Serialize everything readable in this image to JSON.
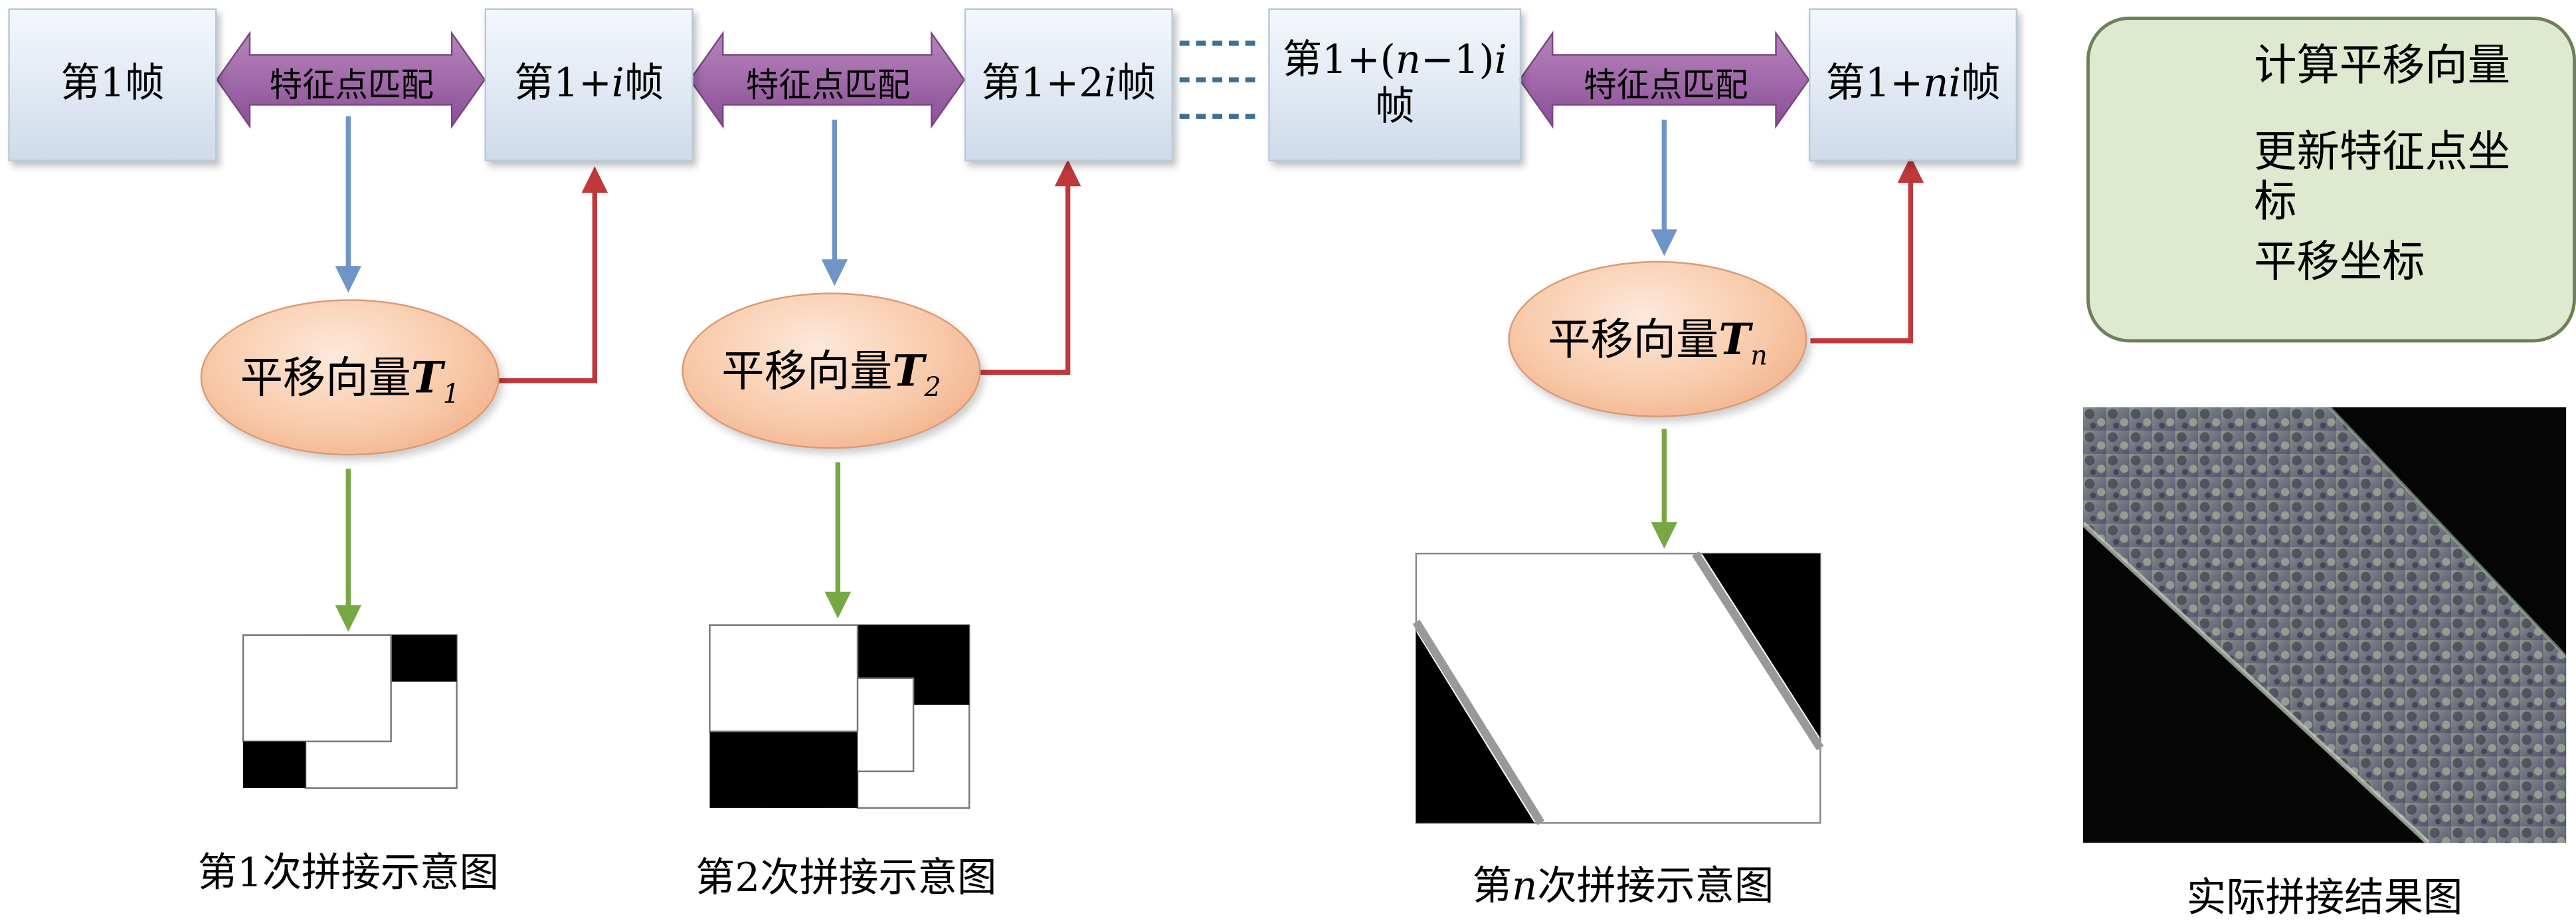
{
  "frames": {
    "f1": "第1帧",
    "f_1i_prefix": "第1+",
    "f_1i_var": "i",
    "f_1i_suffix": "帧",
    "f_12i_prefix": "第1+2",
    "f_12i_var": "i",
    "f_12i_suffix": "帧",
    "f_n1_line1_a": "第1+(",
    "f_n1_line1_var": "n",
    "f_n1_line1_b": "−1)",
    "f_n1_line1_var2": "i",
    "f_n1_line2": "帧",
    "f_ni_prefix": "第1+",
    "f_ni_var": "ni",
    "f_ni_suffix": "帧"
  },
  "match_label": "特征点匹配",
  "translation": {
    "label": "平移向量",
    "var": "T",
    "subs": [
      "1",
      "2",
      "n"
    ]
  },
  "captions": {
    "c1": "第1次拼接示意图",
    "c2": "第2次拼接示意图",
    "cn_prefix": "第",
    "cn_var": "n",
    "cn_suffix": "次拼接示意图",
    "result": "实际拼接结果图"
  },
  "legend": {
    "items": [
      {
        "label": "计算平移向量",
        "color": "#6f95c8"
      },
      {
        "label": "更新特征点坐标",
        "color": "#c0383a"
      },
      {
        "label": "平移坐标",
        "color": "#76a844"
      }
    ]
  },
  "colors": {
    "arrow_blue": "#6f95c8",
    "arrow_red": "#c0383a",
    "arrow_green": "#76a844",
    "double_arrow": "#9b5ea4",
    "dashes": "#3e6f94"
  }
}
